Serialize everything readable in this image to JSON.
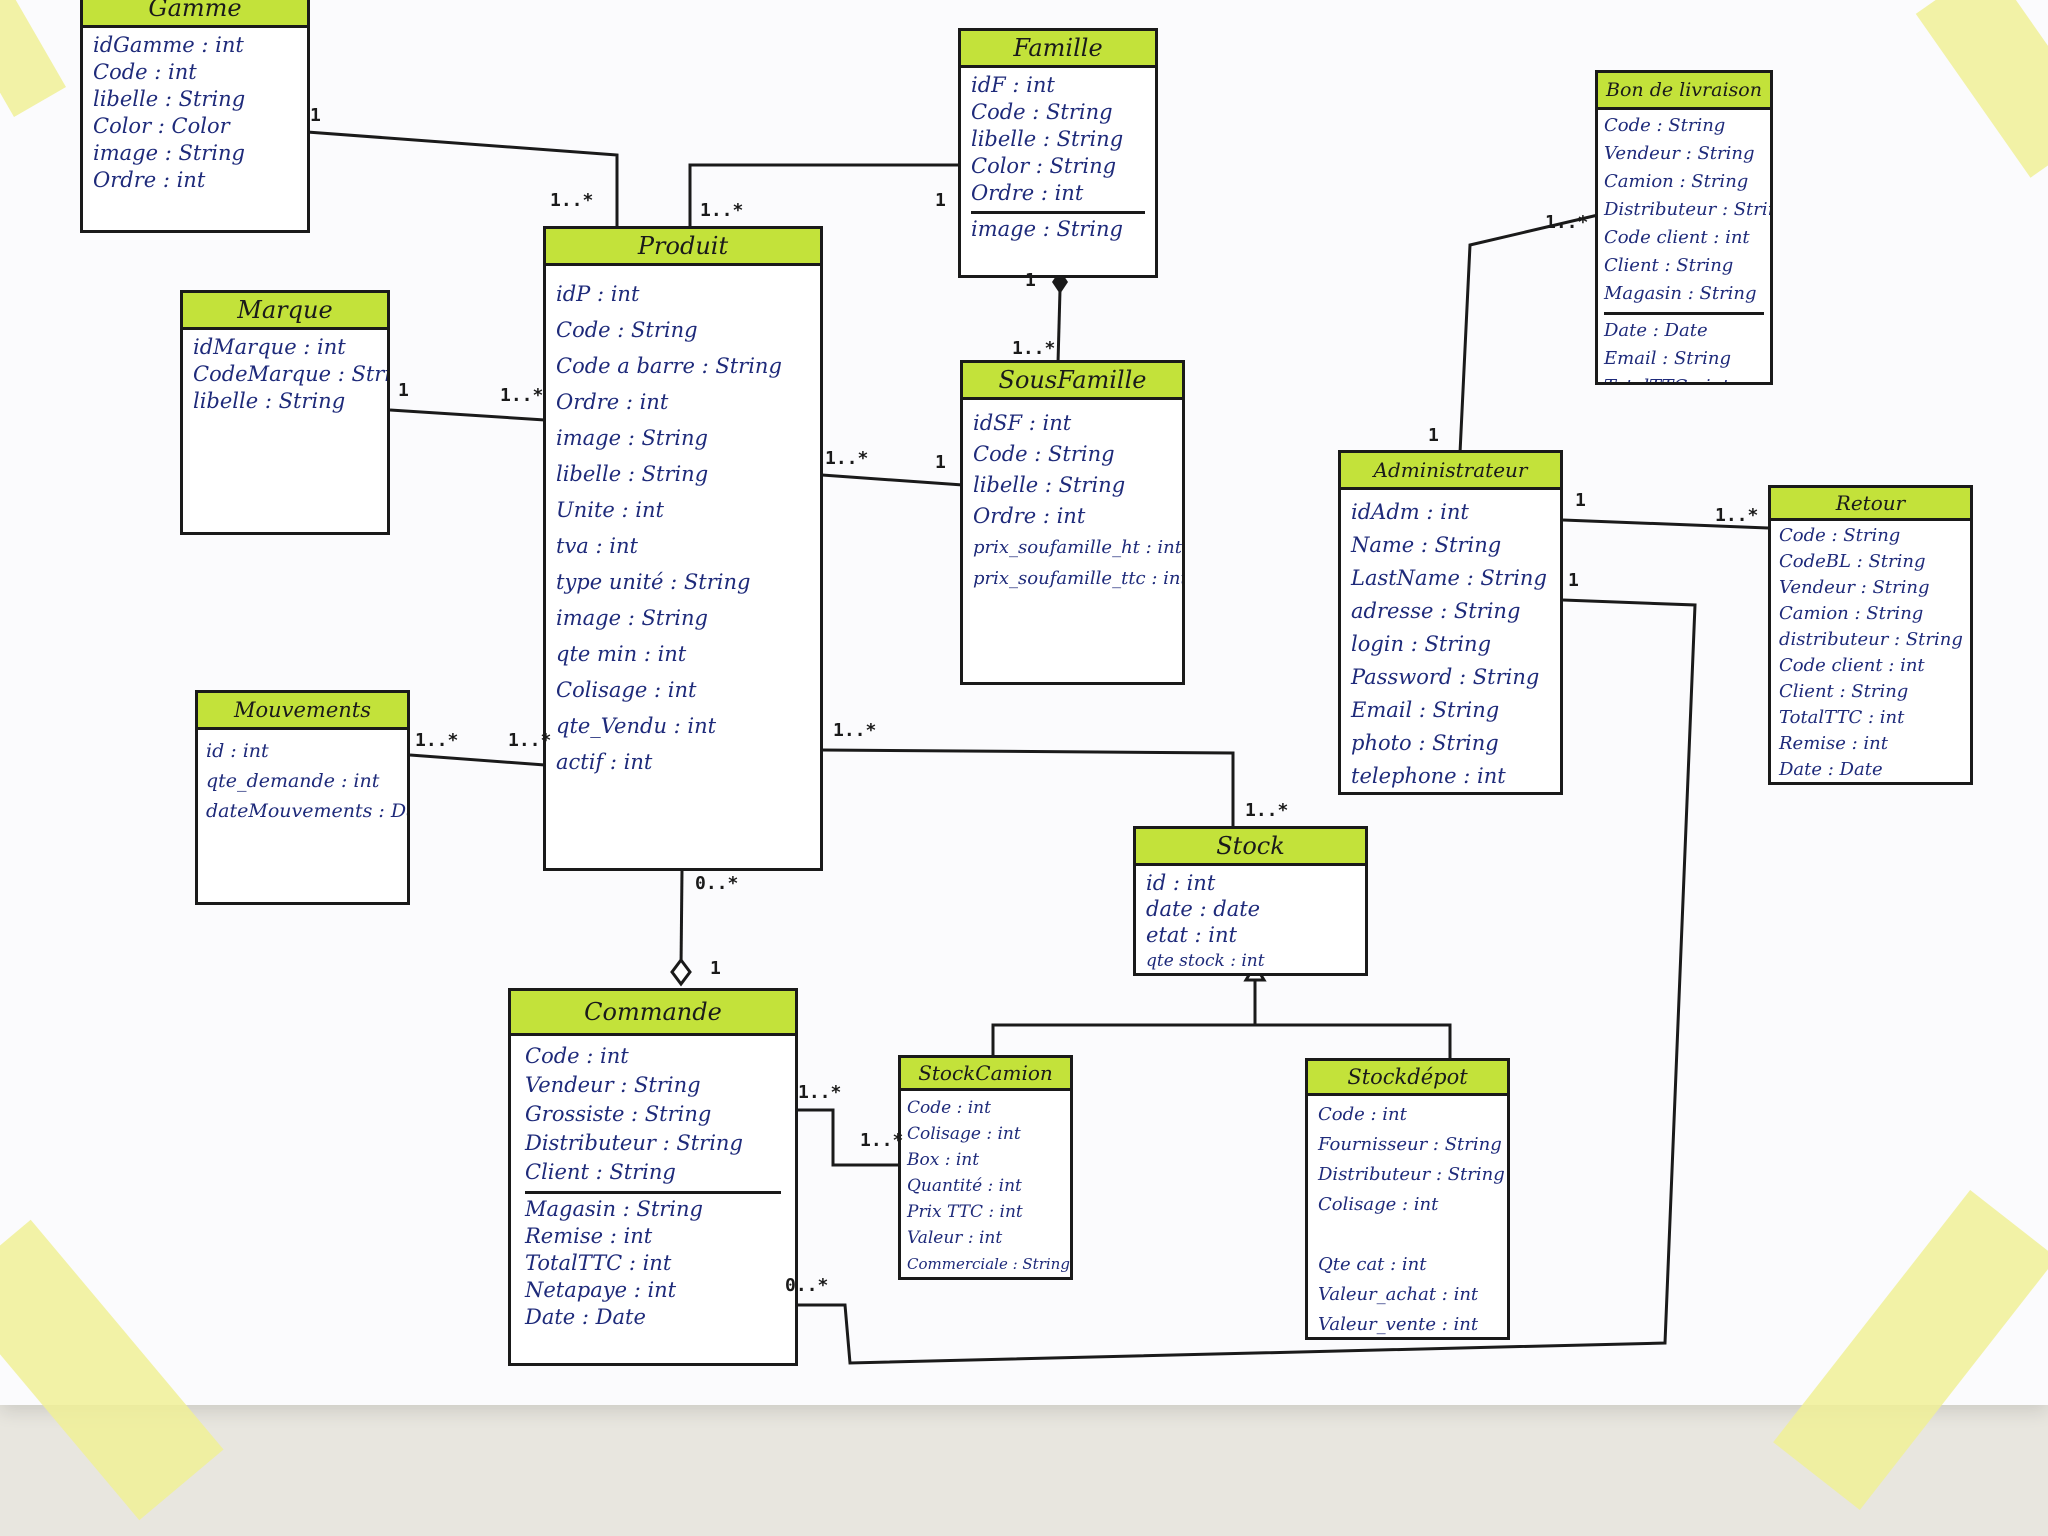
{
  "classes": {
    "gamme": {
      "title": "Gamme",
      "attributes": [
        "idGamme : int",
        "Code : int",
        "libelle : String",
        "Color : Color",
        "image : String",
        "Ordre : int"
      ]
    },
    "famille": {
      "title": "Famille",
      "attributes": [
        "idF : int",
        "Code : String",
        "libelle : String",
        "Color : String",
        "Ordre : int",
        "image : String"
      ]
    },
    "marque": {
      "title": "Marque",
      "attributes": [
        "idMarque : int",
        "CodeMarque : String",
        "libelle : String"
      ]
    },
    "produit": {
      "title": "Produit",
      "attributes": [
        "idP : int",
        "Code : String",
        "Code a barre : String",
        "Ordre : int",
        "image : String",
        "libelle : String",
        "Unite : int",
        "tva : int",
        "type unité : String",
        "image : String",
        "qte min : int",
        "Colisage : int",
        "qte_Vendu : int",
        "actif : int"
      ]
    },
    "sousfamille": {
      "title": "SousFamille",
      "attributes": [
        "idSF : int",
        "Code : String",
        "libelle : String",
        "Ordre : int",
        "prix_soufamille_ht : int",
        "prix_soufamille_ttc : int"
      ]
    },
    "bondelivraison": {
      "title": "Bon de livraison",
      "attributes": [
        "Code : String",
        "Vendeur : String",
        "Camion : String",
        "Distributeur : String",
        "Code client : int",
        "Client : String",
        "Magasin : String"
      ],
      "attributes2": [
        "Date : Date",
        "Email : String",
        "TotalTTC : int"
      ]
    },
    "administrateur": {
      "title": "Administrateur",
      "attributes": [
        "idAdm : int",
        "Name : String",
        "LastName : String",
        "adresse : String",
        "login : String",
        "Password : String",
        "Email : String",
        "photo : String",
        "telephone : int"
      ]
    },
    "retour": {
      "title": "Retour",
      "attributes": [
        "Code : String",
        "CodeBL : String",
        "Vendeur : String",
        "Camion : String",
        "distributeur : String",
        "Code client : int",
        "Client : String",
        "TotalTTC : int",
        "Remise : int",
        "Date : Date"
      ]
    },
    "mouvements": {
      "title": "Mouvements",
      "attributes": [
        "id : int",
        "qte_demande : int",
        "dateMouvements : Date"
      ]
    },
    "stock": {
      "title": "Stock",
      "attributes": [
        "id : int",
        "date : date",
        "etat : int",
        "qte stock : int"
      ]
    },
    "commande": {
      "title": "Commande",
      "attributes": [
        "Code : int",
        "Vendeur : String",
        "Grossiste : String",
        "Distributeur : String",
        "Client : String"
      ],
      "attributes2": [
        "Magasin : String",
        "Remise : int",
        "TotalTTC : int",
        "Netapaye : int",
        "Date : Date"
      ]
    },
    "stockcamion": {
      "title": "StockCamion",
      "attributes": [
        "Code : int",
        "Colisage : int",
        "Box : int",
        "Quantité : int",
        "Prix TTC : int",
        "Valeur : int",
        "Commerciale : String"
      ]
    },
    "stockdepot": {
      "title": "Stockdépot",
      "attributes": [
        "Code : int",
        "Fournisseur : String",
        "Distributeur : String",
        "Colisage : int",
        "Qte cat : int",
        "Valeur_achat : int",
        "Valeur_vente : int"
      ]
    }
  },
  "multiplicities": {
    "gamme_side": "1",
    "produit_gamme": "1..*",
    "produit_famille": "1..*",
    "famille_side": "1",
    "famille_comp": "1",
    "sousfamille_comp": "1..*",
    "marque_side": "1",
    "produit_marque": "1..*",
    "produit_sousfamille": "1..*",
    "sousfamille_side": "1",
    "mouv_side": "1..*",
    "produit_mouv": "1..*",
    "produit_stock": "1..*",
    "stock_side": "1..*",
    "produit_commande": "0..*",
    "commande_agg": "1",
    "commande_stockcamion": "1..*",
    "stockcamion_side": "1..*",
    "bl_side": "1..*",
    "admin_bl": "1",
    "admin_retour": "1",
    "retour_side": "1..*",
    "admin_commande": "1",
    "commande_admin": "0..*"
  }
}
